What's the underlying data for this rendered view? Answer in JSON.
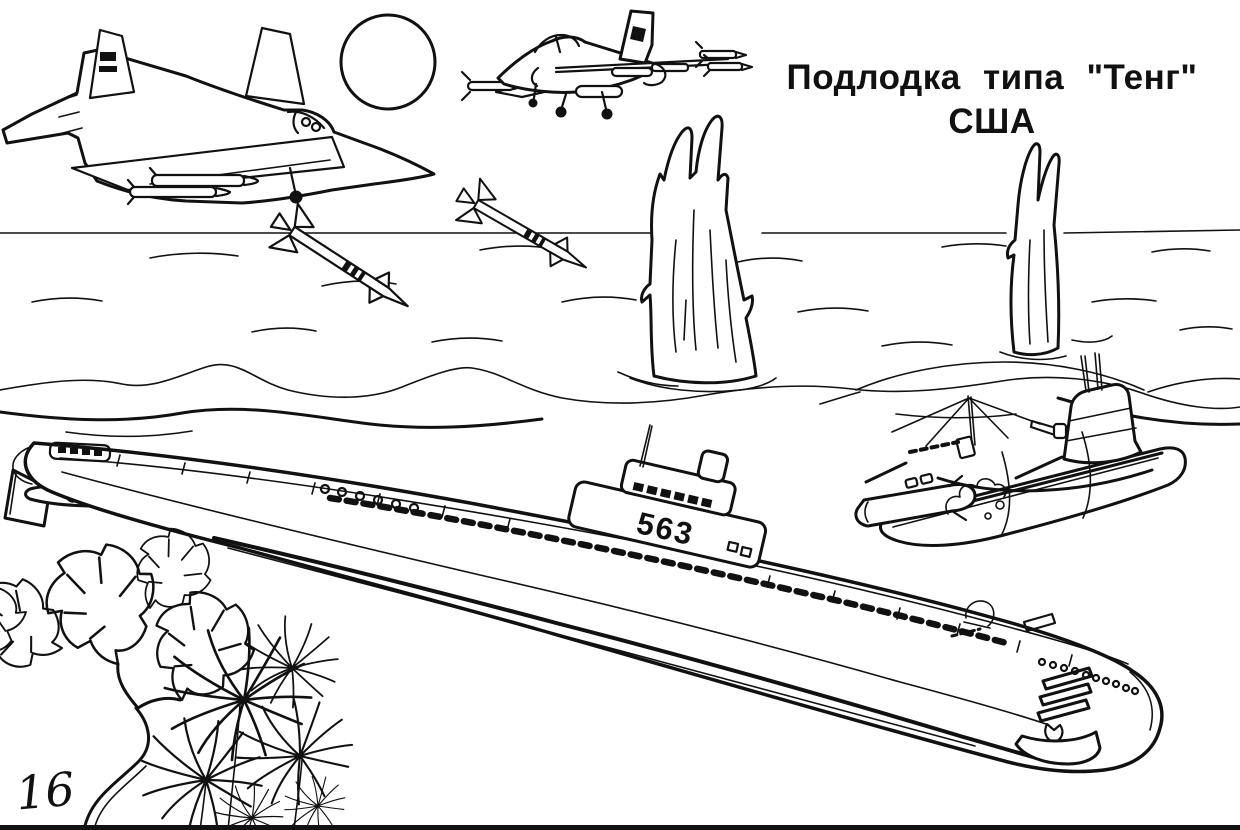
{
  "page": {
    "kind": "coloring-book-illustration",
    "language": "ru",
    "ink_color": "#111111",
    "paper_color": "#ffffff",
    "page_number": "16"
  },
  "caption": {
    "line1": "Подлодка типа \"Тенг\"",
    "line2": "США"
  },
  "main_submarine": {
    "hull_number": "563"
  },
  "scene": {
    "elements": [
      "sun",
      "fighter-jet-1",
      "fighter-jet-2",
      "air-to-surface-missile-1",
      "air-to-surface-missile-2",
      "water-splash-large",
      "water-splash-small",
      "sea-waves",
      "sinking-submarine",
      "torpedo",
      "main-submarine",
      "tropical-plants",
      "page-number"
    ]
  }
}
